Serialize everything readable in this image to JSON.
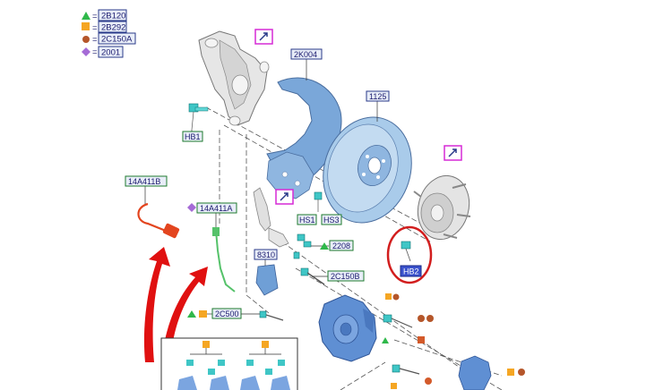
{
  "legend": [
    {
      "symbol": "triangle",
      "color": "#2fb84a",
      "code": "2B120"
    },
    {
      "symbol": "square",
      "color": "#f5a623",
      "code": "2B292"
    },
    {
      "symbol": "circle",
      "color": "#b5562a",
      "code": "2C150A"
    },
    {
      "symbol": "diamond",
      "color": "#a56bd6",
      "code": "2001"
    }
  ],
  "callouts": {
    "hb1": "HB1",
    "k004": "2K004",
    "disc": "1125",
    "hs1": "HS1",
    "hs3": "HS3",
    "c2208": "2208",
    "c8310": "8310",
    "c2c150b": "2C150B",
    "c14a411b": "14A411B",
    "c14a411a": "14A411A",
    "c2c500": "2C500",
    "hb2": "HB2"
  },
  "colors": {
    "label_border_green": "#1e7a2e",
    "label_border_blue": "#2a3a8a",
    "part_blue": "#6f9fd6",
    "highlight_circle": "#d21e1e",
    "arrow_red": "#e01010",
    "info_magenta": "#d62ad6"
  },
  "icons": [
    "external-link-icon",
    "external-link-icon",
    "external-link-icon"
  ]
}
